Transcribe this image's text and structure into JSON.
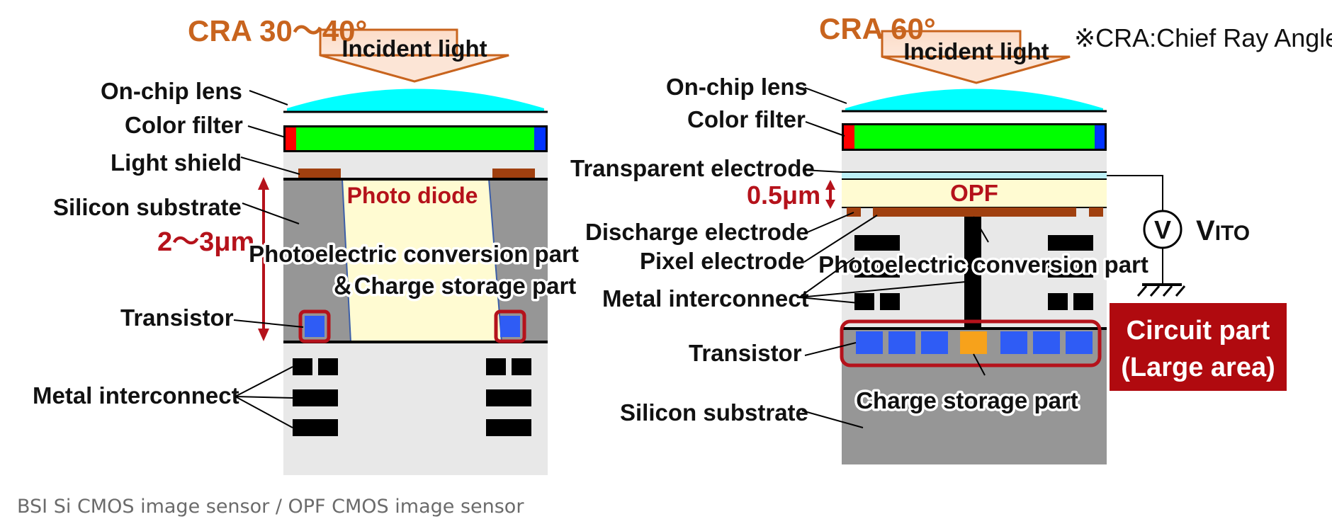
{
  "caption": "BSI Si CMOS image sensor / OPF CMOS image sensor",
  "note": "※CRA:Chief Ray Angle",
  "left": {
    "cra": "CRA 30～40°",
    "incident": "Incident light",
    "labels": {
      "lens": "On-chip lens",
      "filter": "Color filter",
      "shield": "Light shield",
      "substrate": "Silicon substrate",
      "thickness": "2～3μm",
      "transistor": "Transistor",
      "metal": "Metal interconnect"
    },
    "photodiode": "Photo diode",
    "conversion_line1": "Photoelectric conversion part",
    "conversion_line2": "＆Charge storage part"
  },
  "right": {
    "cra": "CRA 60°",
    "incident": "Incident light",
    "labels": {
      "lens": "On-chip lens",
      "filter": "Color filter",
      "transparent": "Transparent electrode",
      "thickness": "0.5μm",
      "discharge": "Discharge electrode",
      "pixel": "Pixel electrode",
      "metal": "Metal interconnect",
      "transistor": "Transistor",
      "substrate": "Silicon substrate"
    },
    "opf": "OPF",
    "conversion": "Photoelectric conversion part",
    "charge_storage": "Charge storage part",
    "voltmeter": "V",
    "vito_main": "V",
    "vito_sub": "ITO",
    "circuit_line1": "Circuit part",
    "circuit_line2": "(Large area)"
  },
  "colors": {
    "lens": "#00ffff",
    "green": "#00ff00",
    "red_filter": "#ff0000",
    "blue_filter": "#0033ff",
    "shield": "#a0400f",
    "silicon": "#969696",
    "photodiode": "#fffbd2",
    "transistor": "#2f5cf5",
    "accent_red": "#b5121b",
    "accent_orange": "#c8641e",
    "storage_orange": "#f7a21b"
  }
}
